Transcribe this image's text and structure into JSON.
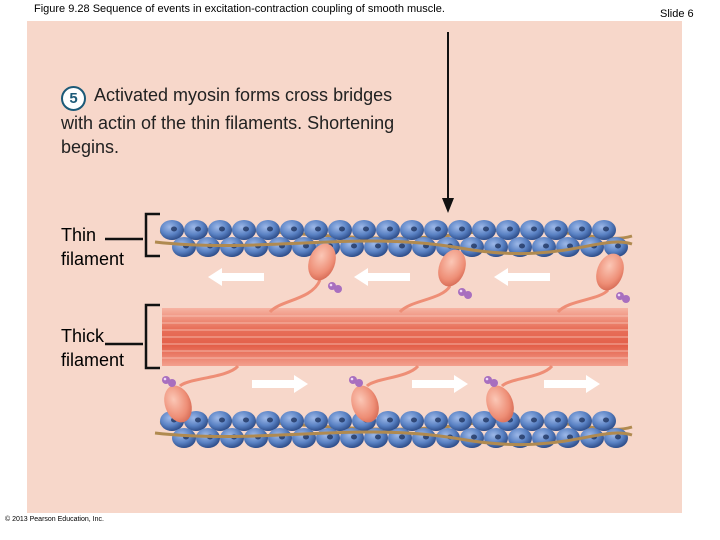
{
  "header": {
    "figure_title": "Figure 9.28 Sequence of events in excitation-contraction coupling of smooth muscle.",
    "slide_number": "Slide 6"
  },
  "step": {
    "number": "5",
    "text": "Activated myosin forms cross bridges with actin of the thin filaments. Shortening begins."
  },
  "labels": {
    "thin_line1": "Thin",
    "thin_line2": "filament",
    "thick_line1": "Thick",
    "thick_line2": "filament"
  },
  "footer": {
    "copyright": "© 2013 Pearson Education, Inc."
  },
  "colors": {
    "panel_bg": "#f7d7ca",
    "actin_bead": "#5a82c4",
    "tropomyosin": "#b08a50",
    "myosin_head": "#ee8e76",
    "thick_filament": "#e8705a",
    "arrow": "#ffffff",
    "phosphate": "#a86fbf"
  }
}
